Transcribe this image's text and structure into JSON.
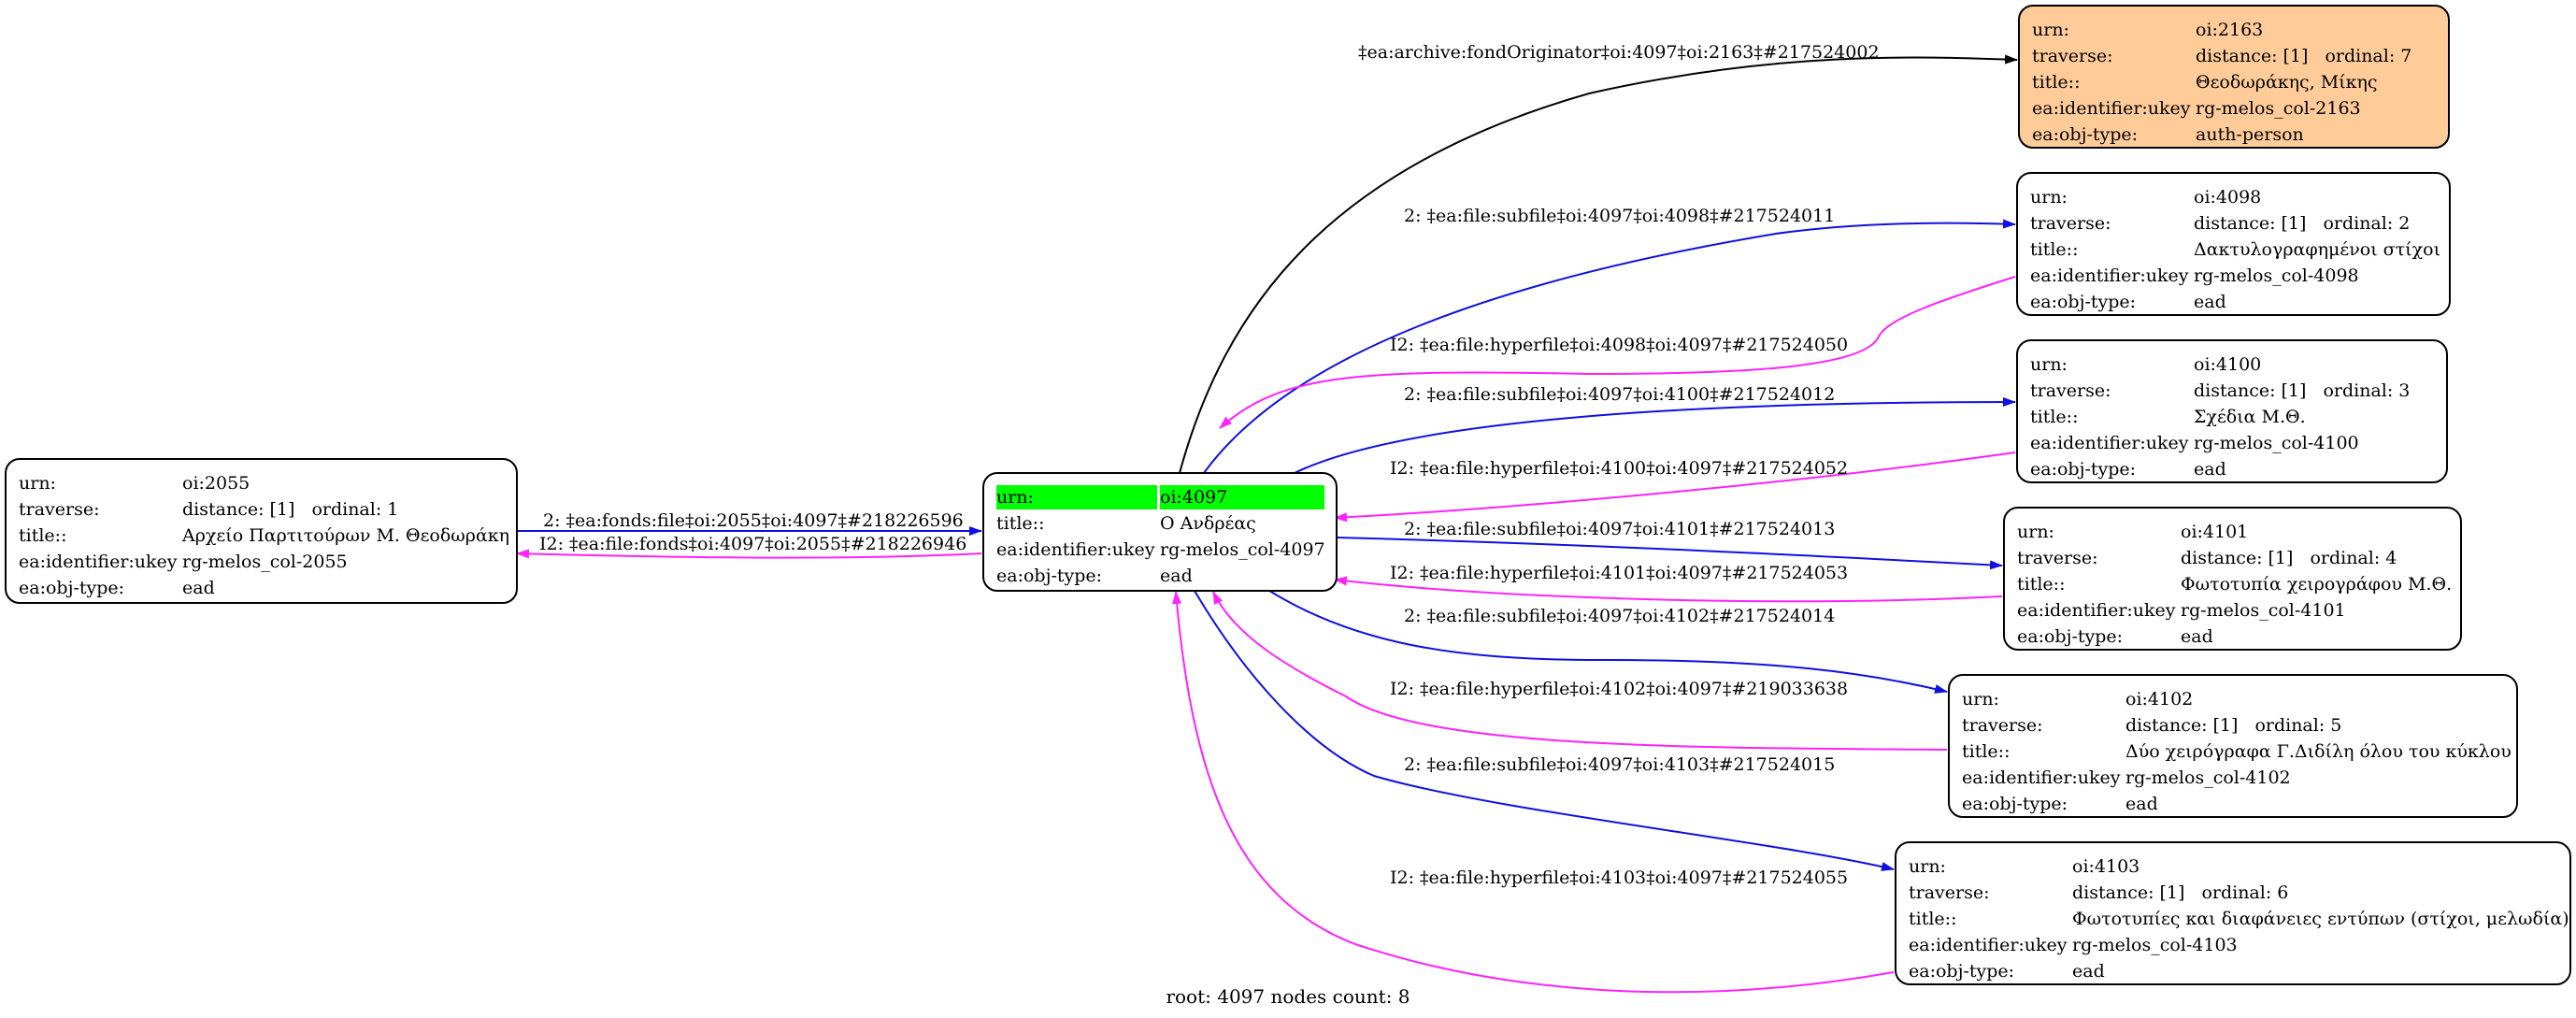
{
  "colors": {
    "originator_edge": "#000000",
    "subfile_edge": "#1010e0",
    "hyperfile_edge": "#ff22ff",
    "root_highlight": "#00ff00",
    "originator_fill": "#ffcc99"
  },
  "labels": {
    "urn": "urn:",
    "traverse": "traverse:",
    "title": "title::",
    "ukey": "ea:identifier:ukey",
    "objtype": "ea:obj-type:"
  },
  "root": {
    "urn": "oi:4097",
    "title": "Ο Ανδρέας",
    "ukey": "rg-melos_col-4097",
    "objtype": "ead"
  },
  "nodes": {
    "n2055": {
      "urn": "oi:2055",
      "distance": "distance: [1]",
      "ordinal": "ordinal: 1",
      "title": "Αρχείο Παρτιτούρων Μ. Θεοδωράκη",
      "ukey": "rg-melos_col-2055",
      "objtype": "ead"
    },
    "n2163": {
      "urn": "oi:2163",
      "distance": "distance: [1]",
      "ordinal": "ordinal: 7",
      "title": "Θεοδωράκης, Μίκης",
      "ukey": "rg-melos_col-2163",
      "objtype": "auth-person"
    },
    "n4098": {
      "urn": "oi:4098",
      "distance": "distance: [1]",
      "ordinal": "ordinal: 2",
      "title": "Δακτυλογραφημένοι στίχοι",
      "ukey": "rg-melos_col-4098",
      "objtype": "ead"
    },
    "n4100": {
      "urn": "oi:4100",
      "distance": "distance: [1]",
      "ordinal": "ordinal: 3",
      "title": "Σχέδια Μ.Θ.",
      "ukey": "rg-melos_col-4100",
      "objtype": "ead"
    },
    "n4101": {
      "urn": "oi:4101",
      "distance": "distance: [1]",
      "ordinal": "ordinal: 4",
      "title": "Φωτοτυπία χειρογράφου Μ.Θ.",
      "ukey": "rg-melos_col-4101",
      "objtype": "ead"
    },
    "n4102": {
      "urn": "oi:4102",
      "distance": "distance: [1]",
      "ordinal": "ordinal: 5",
      "title": "Δύο χειρόγραφα Γ.Διδίλη όλου του κύκλου",
      "ukey": "rg-melos_col-4102",
      "objtype": "ead"
    },
    "n4103": {
      "urn": "oi:4103",
      "distance": "distance: [1]",
      "ordinal": "ordinal: 6",
      "title": "Φωτοτυπίες και διαφάνειες εντύπων (στίχοι, μελωδία)",
      "ukey": "rg-melos_col-4103",
      "objtype": "ead"
    }
  },
  "edges": {
    "fonds_file": "2: ‡ea:fonds:file‡oi:2055‡oi:4097‡#218226596",
    "file_fonds": "I2: ‡ea:file:fonds‡oi:4097‡oi:2055‡#218226946",
    "originator": "‡ea:archive:fondOriginator‡oi:4097‡oi:2163‡#217524002",
    "sub4098": "2: ‡ea:file:subfile‡oi:4097‡oi:4098‡#217524011",
    "hyp4098": "I2: ‡ea:file:hyperfile‡oi:4098‡oi:4097‡#217524050",
    "sub4100": "2: ‡ea:file:subfile‡oi:4097‡oi:4100‡#217524012",
    "hyp4100": "I2: ‡ea:file:hyperfile‡oi:4100‡oi:4097‡#217524052",
    "sub4101": "2: ‡ea:file:subfile‡oi:4097‡oi:4101‡#217524013",
    "hyp4101": "I2: ‡ea:file:hyperfile‡oi:4101‡oi:4097‡#217524053",
    "sub4102": "2: ‡ea:file:subfile‡oi:4097‡oi:4102‡#217524014",
    "hyp4102": "I2: ‡ea:file:hyperfile‡oi:4102‡oi:4097‡#219033638",
    "sub4103": "2: ‡ea:file:subfile‡oi:4097‡oi:4103‡#217524015",
    "hyp4103": "I2: ‡ea:file:hyperfile‡oi:4103‡oi:4097‡#217524055"
  },
  "footer": "root: 4097 nodes count: 8"
}
